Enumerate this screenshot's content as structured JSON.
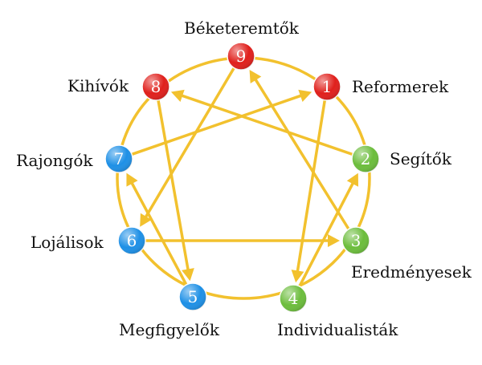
{
  "diagram": {
    "ring_color": "#f2c12e",
    "nodes": [
      {
        "id": "1",
        "number": "1",
        "label": "Reformerek",
        "color": "#e0201c"
      },
      {
        "id": "2",
        "number": "2",
        "label": "Segítők",
        "color": "#6cbd3c"
      },
      {
        "id": "3",
        "number": "3",
        "label": "Eredményesek",
        "color": "#6cbd3c"
      },
      {
        "id": "4",
        "number": "4",
        "label": "Individualisták",
        "color": "#6cbd3c"
      },
      {
        "id": "5",
        "number": "5",
        "label": "Megfigyelők",
        "color": "#1e90e6"
      },
      {
        "id": "6",
        "number": "6",
        "label": "Lojálisok",
        "color": "#1e90e6"
      },
      {
        "id": "7",
        "number": "7",
        "label": "Rajongók",
        "color": "#1e90e6"
      },
      {
        "id": "8",
        "number": "8",
        "label": "Kihívók",
        "color": "#e0201c"
      },
      {
        "id": "9",
        "number": "9",
        "label": "Béketeremtők",
        "color": "#e0201c"
      }
    ],
    "arrows": [
      {
        "from": "1",
        "to": "4"
      },
      {
        "from": "4",
        "to": "2"
      },
      {
        "from": "2",
        "to": "8"
      },
      {
        "from": "8",
        "to": "5"
      },
      {
        "from": "5",
        "to": "7"
      },
      {
        "from": "7",
        "to": "1"
      },
      {
        "from": "9",
        "to": "6"
      },
      {
        "from": "6",
        "to": "3"
      },
      {
        "from": "3",
        "to": "9"
      }
    ]
  }
}
